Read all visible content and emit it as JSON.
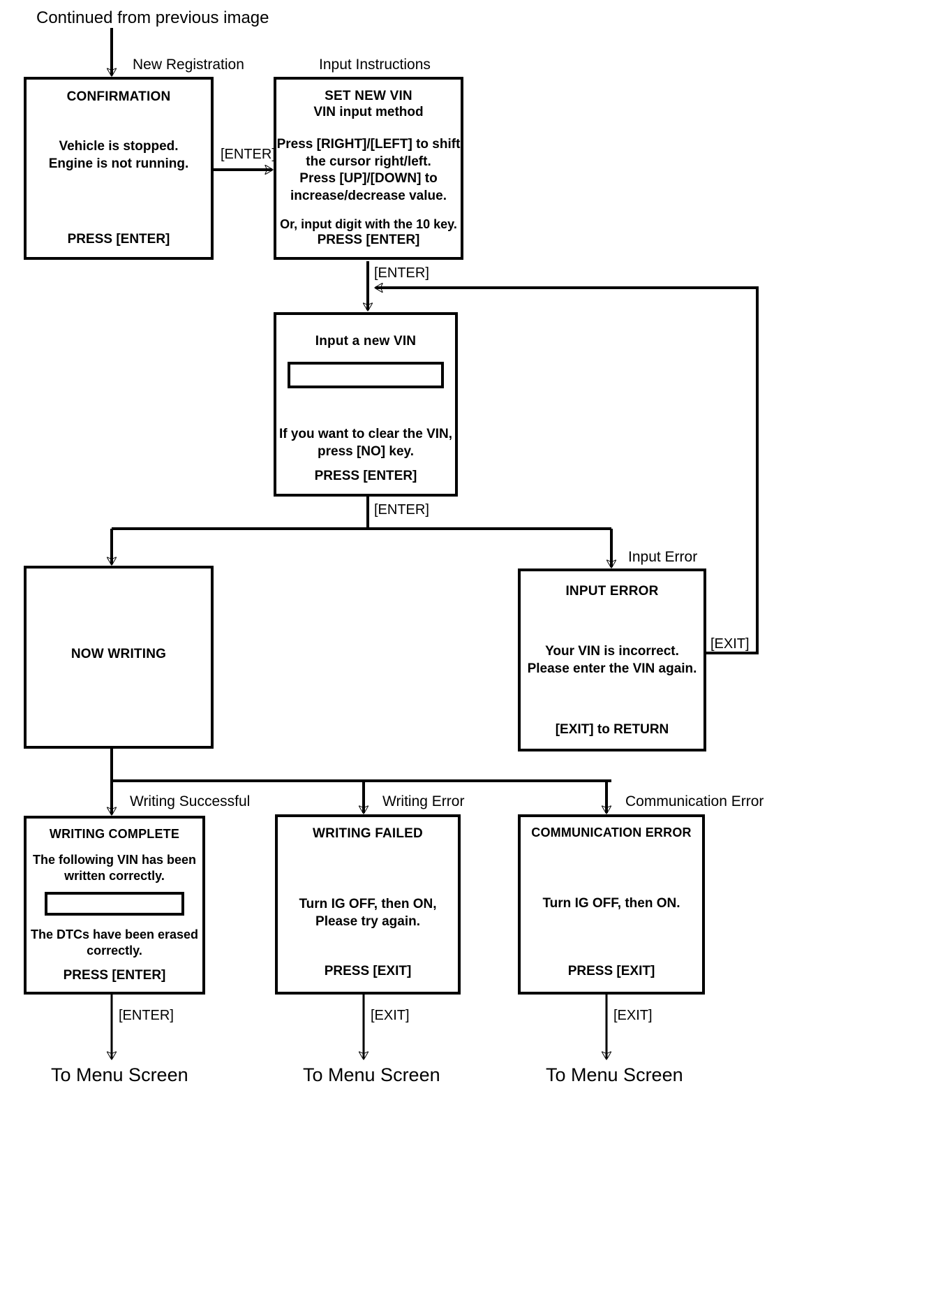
{
  "diagram": {
    "entry_note": "Continued from previous image",
    "captions": {
      "new_registration": "New Registration",
      "input_instructions": "Input Instructions",
      "input_error": "Input Error",
      "writing_successful": "Writing Successful",
      "writing_error": "Writing Error",
      "communication_error": "Communication Error"
    },
    "edge_labels": {
      "enter_1": "[ENTER]",
      "enter_2": "[ENTER]",
      "enter_3": "[ENTER]",
      "exit_loop": "[EXIT]",
      "enter_menu": "[ENTER]",
      "exit_menu_mid": "[EXIT]",
      "exit_menu_right": "[EXIT]"
    },
    "terminals": {
      "menu_left": "To Menu Screen",
      "menu_mid": "To Menu Screen",
      "menu_right": "To Menu Screen"
    },
    "nodes": {
      "confirmation": {
        "title": "CONFIRMATION",
        "line1": "Vehicle is stopped.",
        "line2": "Engine is not running.",
        "footer": "PRESS [ENTER]"
      },
      "set_new_vin": {
        "title": "SET NEW VIN",
        "subtitle": "VIN input method",
        "line1": "Press [RIGHT]/[LEFT] to shift",
        "line2": "the cursor right/left.",
        "line3": "Press [UP]/[DOWN] to",
        "line4": "increase/decrease value.",
        "line5": "Or, input digit with the 10 key.",
        "footer": "PRESS [ENTER]"
      },
      "input_new_vin": {
        "title": "Input a new VIN",
        "field_value": "",
        "line1": "If you want to clear the VIN,",
        "line2": "press [NO] key.",
        "footer": "PRESS [ENTER]"
      },
      "now_writing": {
        "title": "NOW WRITING"
      },
      "input_error": {
        "title": "INPUT ERROR",
        "line1": "Your VIN is incorrect.",
        "line2": "Please enter the VIN again.",
        "footer": "[EXIT] to RETURN"
      },
      "writing_complete": {
        "title": "WRITING COMPLETE",
        "line1": "The following VIN has been",
        "line2": "written correctly.",
        "field_value": "",
        "line3": "The DTCs have been erased",
        "line4": "correctly.",
        "footer": "PRESS [ENTER]"
      },
      "writing_failed": {
        "title": "WRITING FAILED",
        "line1": "Turn IG OFF, then ON,",
        "line2": "Please try again.",
        "footer": "PRESS [EXIT]"
      },
      "communication_error": {
        "title": "COMMUNICATION ERROR",
        "line1": "Turn IG OFF, then ON.",
        "footer": "PRESS [EXIT]"
      }
    },
    "colors": {
      "stroke": "#000000",
      "background": "#ffffff"
    }
  }
}
